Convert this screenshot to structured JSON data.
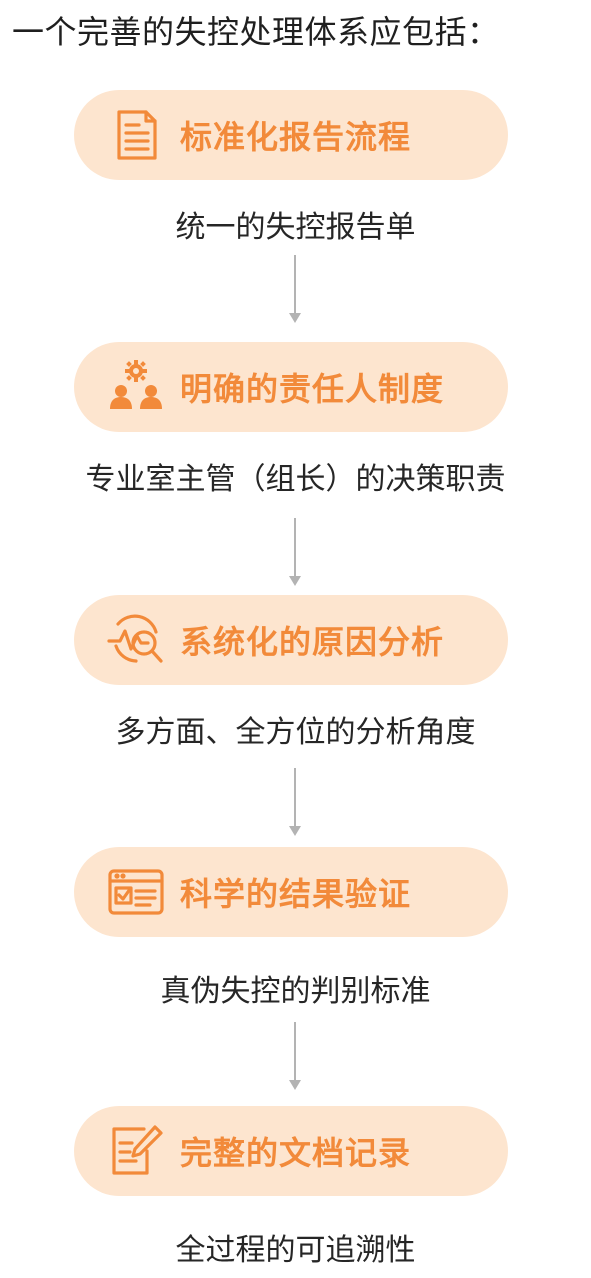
{
  "title": "一个完善的失控处理体系应包括：",
  "colors": {
    "pill_bg": "#fde5cf",
    "accent": "#f28a3a",
    "arrow": "#b3b3b3",
    "text": "#262626"
  },
  "steps": [
    {
      "label": "标准化报告流程",
      "description": "统一的失控报告单",
      "icon": "document-icon"
    },
    {
      "label": "明确的责任人制度",
      "description": "专业室主管（组长）的决策职责",
      "icon": "team-gear-icon"
    },
    {
      "label": "系统化的原因分析",
      "description": "多方面、全方位的分析角度",
      "icon": "analysis-magnifier-icon"
    },
    {
      "label": "科学的结果验证",
      "description": "真伪失控的判别标准",
      "icon": "checklist-window-icon"
    },
    {
      "label": "完整的文档记录",
      "description": "全过程的可追溯性",
      "icon": "edit-document-icon"
    }
  ]
}
